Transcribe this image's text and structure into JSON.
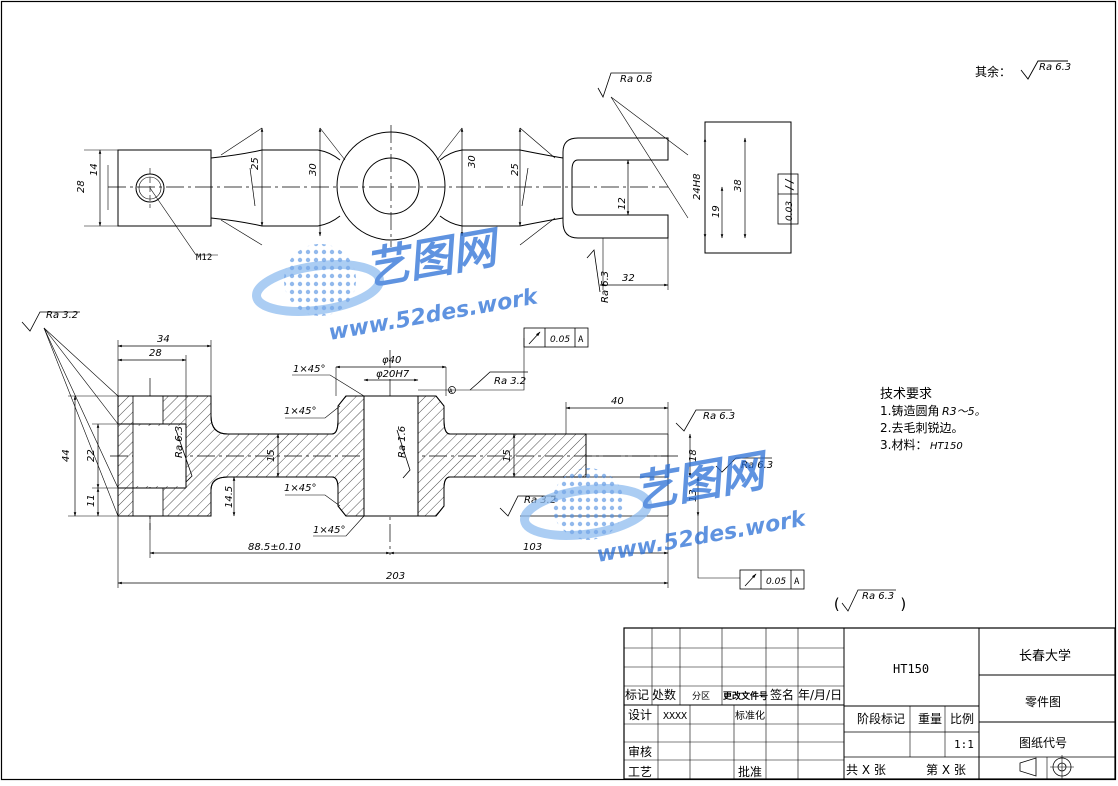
{
  "roughness": {
    "other": "其余：",
    "other_value": "Ra 6.3",
    "top_clevis": "Ra 0.8",
    "top_slot": "Ra 6.3",
    "left_faces": "Ra 3.2",
    "left_bore": "Ra 6.3",
    "center_bore": "Ra 1.6",
    "hub_face": "Ra 3.2",
    "right_top": "Ra 6.3",
    "right_mid": "Ra 6.3",
    "bottom_face": "Ra 3.2",
    "bracket_value": "Ra 6.3",
    "paren_open": "(",
    "paren_close": ")"
  },
  "top_view": {
    "dims": {
      "left_h": "28",
      "left_inner": "14",
      "arm_left": "25",
      "hub_left": "30",
      "hub_right": "30",
      "arm_right": "25",
      "slot": "12",
      "width_h8": "24H8",
      "inner19": "19",
      "outer38": "38",
      "len32": "32"
    },
    "thread": "M12",
    "tolerance_value": "0.03",
    "tolerance_symbol": "//"
  },
  "front_view": {
    "dims": {
      "d34": "34",
      "d28": "28",
      "chamfer1": "1×45°",
      "chamfer2": "1×45°",
      "chamfer3": "1×45°",
      "chamfer4": "1×45°",
      "phi40": "φ40",
      "phi20": "φ20H7",
      "d40": "40",
      "h44": "44",
      "h22": "22",
      "h11": "11",
      "h15a": "15",
      "h14_5": "14.5",
      "h15b": "15",
      "h18": "18",
      "h13": "13",
      "l88": "88.5±0.10",
      "l103": "103",
      "l203": "203"
    },
    "tol_top_value": "0.05",
    "tol_top_datum": "A",
    "tol_bottom_value": "0.05",
    "tol_bottom_datum": "A",
    "circle_datum": "A"
  },
  "tech": {
    "title": "技术要求",
    "l1_prefix": "1.铸造圆角",
    "l1_value": "R3～5。",
    "l2": "2.去毛刺锐边。",
    "l3_prefix": "3.材料：",
    "l3_value": "HT150"
  },
  "watermark": {
    "cn": "艺图网",
    "url": "www.52des.work"
  },
  "title_block": {
    "material": "HT150",
    "school": "长春大学",
    "drawing_name": "零件图",
    "drawing_code": "图纸代号",
    "col_mark": "标记",
    "col_count": "处数",
    "col_zone": "分区",
    "col_doc": "更改文件号",
    "col_sign": "签名",
    "col_date": "年/月/日",
    "design": "设计",
    "designer": "XXXX",
    "standard": "标准化",
    "stage": "阶段标记",
    "weight": "重量",
    "scale_label": "比例",
    "scale_value": "1:1",
    "review": "审核",
    "process": "工艺",
    "approve": "批准",
    "total": "共 X 张",
    "sheet": "第 X 张"
  },
  "colors": {
    "line": "#000000",
    "watermark_blue": "#2a6fd6",
    "watermark_light": "#8fbdf0"
  }
}
